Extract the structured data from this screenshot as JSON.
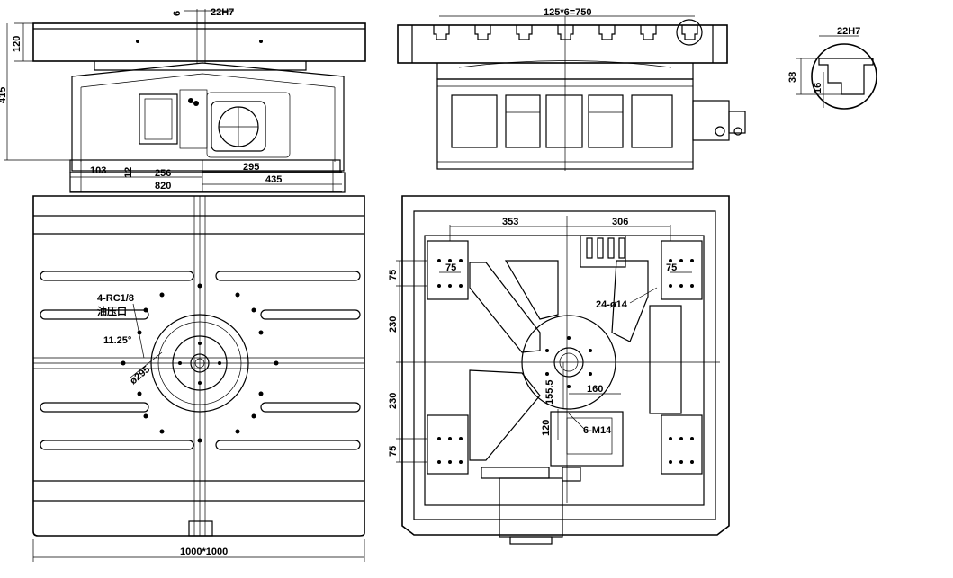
{
  "dimensions": {
    "front_top_keyway": "22H7",
    "front_top_key": "6",
    "front_table_height": "120",
    "front_total_height": "415",
    "front_base_103": "103",
    "front_base_12": "12",
    "front_base_256": "256",
    "front_base_295": "295",
    "front_base_820": "820",
    "front_base_435": "435",
    "side_slot_pitch": "125*6=750",
    "detail_keyway": "22H7",
    "detail_38": "38",
    "detail_16": "16",
    "plan_size": "1000*1000",
    "plan_port_label": "4-RC1/8",
    "plan_port_note": "油压口",
    "plan_angle": "11.25°",
    "plan_circle": "ø295",
    "bottom_353": "353",
    "bottom_306": "306",
    "bottom_75_a": "75",
    "bottom_75_b": "75",
    "bottom_75_left_top": "75",
    "bottom_230_upper": "230",
    "bottom_230_lower": "230",
    "bottom_75_left_bot": "75",
    "bottom_holes": "24-ø14",
    "bottom_160": "160",
    "bottom_155": "155.5",
    "bottom_120": "120",
    "bottom_m14": "6-M14"
  }
}
